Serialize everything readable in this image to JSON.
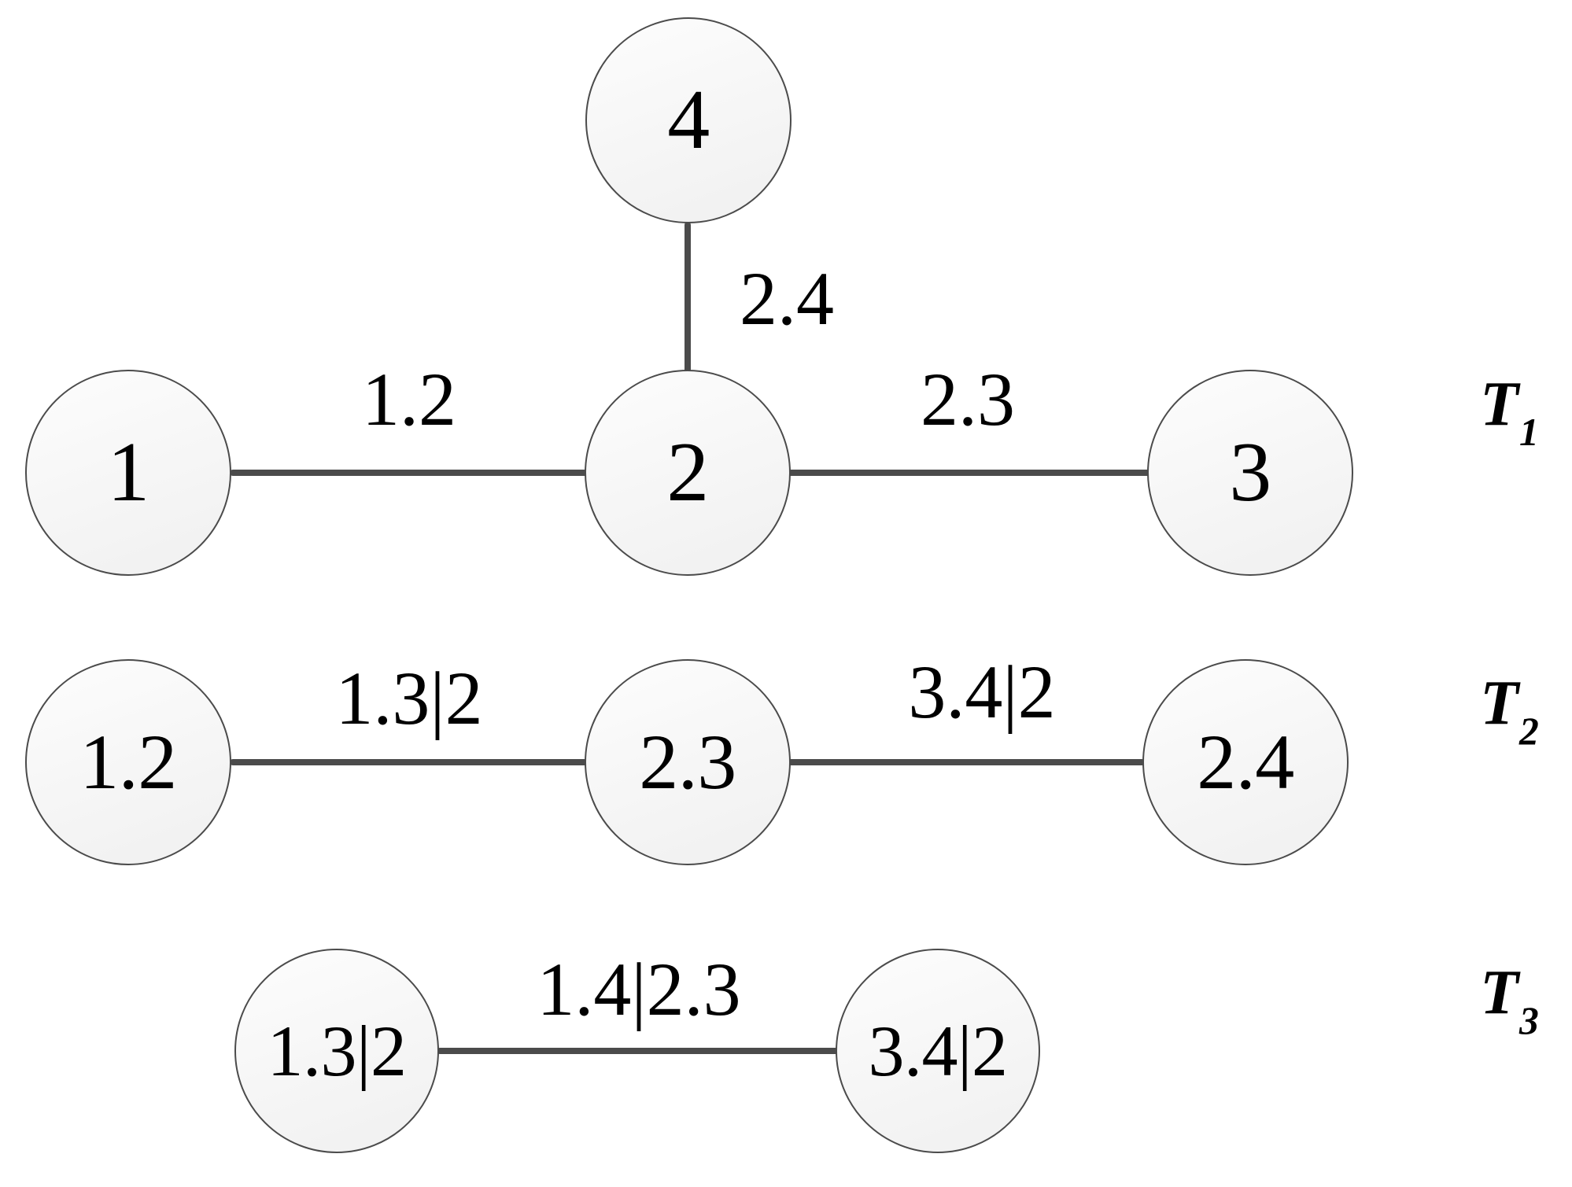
{
  "figure": {
    "background_color": "#ffffff",
    "node_fill_color": "#f7f7f7",
    "node_border_color": "#4b4b4b",
    "edge_color": "#4b4b4b",
    "text_color": "#000000"
  },
  "rows": [
    {
      "id": "T1",
      "label_base": "T",
      "label_sub": "1",
      "nodes": [
        {
          "name": "node-1",
          "label": "1"
        },
        {
          "name": "node-2",
          "label": "2"
        },
        {
          "name": "node-3",
          "label": "3"
        },
        {
          "name": "node-4",
          "label": "4"
        }
      ],
      "edges": [
        {
          "name": "edge-1-2",
          "label": "1.2"
        },
        {
          "name": "edge-2-3",
          "label": "2.3"
        },
        {
          "name": "edge-2-4",
          "label": "2.4"
        }
      ]
    },
    {
      "id": "T2",
      "label_base": "T",
      "label_sub": "2",
      "nodes": [
        {
          "name": "node-1-2",
          "label": "1.2"
        },
        {
          "name": "node-2-3",
          "label": "2.3"
        },
        {
          "name": "node-2-4",
          "label": "2.4"
        }
      ],
      "edges": [
        {
          "name": "edge-13given2",
          "label": "1.3|2"
        },
        {
          "name": "edge-34given2",
          "label": "3.4|2"
        }
      ]
    },
    {
      "id": "T3",
      "label_base": "T",
      "label_sub": "3",
      "nodes": [
        {
          "name": "node-13given2",
          "label": "1.3|2"
        },
        {
          "name": "node-34given2",
          "label": "3.4|2"
        }
      ],
      "edges": [
        {
          "name": "edge-14given23",
          "label": "1.4|2.3"
        }
      ]
    }
  ]
}
